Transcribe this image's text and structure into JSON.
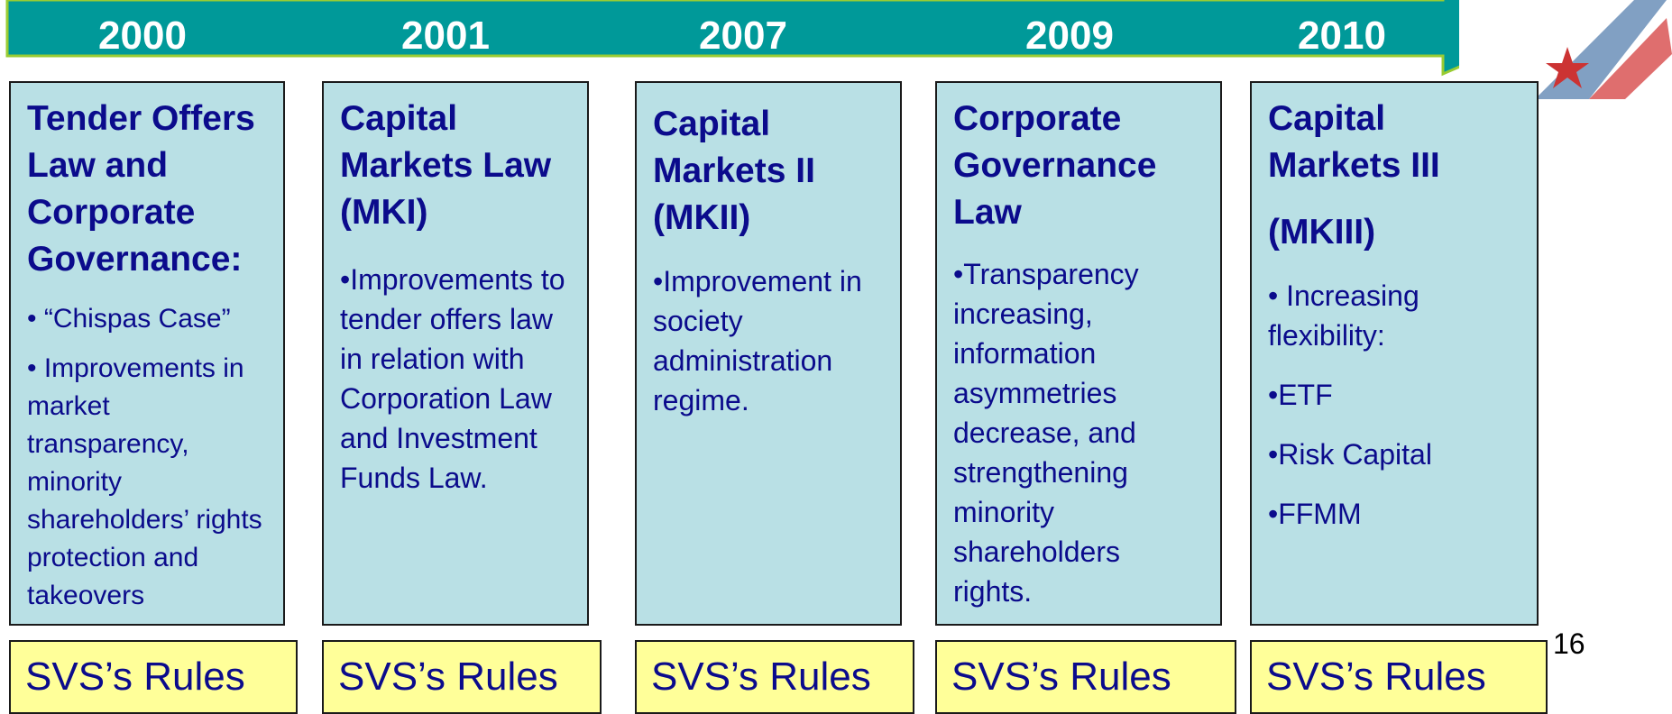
{
  "timeline": {
    "years": [
      "2000",
      "2001",
      "2007",
      "2009",
      "2010"
    ]
  },
  "columns": [
    {
      "title_lines": [
        "Tender Offers",
        "Law and",
        "Corporate",
        "Governance:"
      ],
      "items": [
        "•  “Chispas Case”",
        "• Improvements in market transparency, minority shareholders’ rights protection and takeovers"
      ]
    },
    {
      "title_lines": [
        "Capital",
        "Markets Law",
        "(MKI)"
      ],
      "items": [
        "•Improvements to tender offers law in relation with Corporation Law and Investment Funds Law."
      ]
    },
    {
      "title_lines": [
        "Capital",
        "Markets II",
        "(MKII)"
      ],
      "items": [
        "•Improvement in society administration regime."
      ]
    },
    {
      "title_lines": [
        "Corporate",
        "Governance",
        "Law"
      ],
      "items": [
        "•Transparency increasing, information asymmetries decrease, and strengthening minority shareholders rights."
      ]
    },
    {
      "title_lines": [
        "Capital",
        "Markets III",
        "(MKIII)"
      ],
      "items": [
        "• Increasing flexibility:",
        "•ETF",
        "•Risk Capital",
        "•FFMM"
      ]
    }
  ],
  "rules_label": "SVS’s Rules",
  "page_number": "16",
  "colors": {
    "arrow": "#009999",
    "arrow_outline": "#99cc33",
    "card": "#b9e0e5",
    "rule_box": "#ffff99",
    "text": "#0b0b8c"
  }
}
